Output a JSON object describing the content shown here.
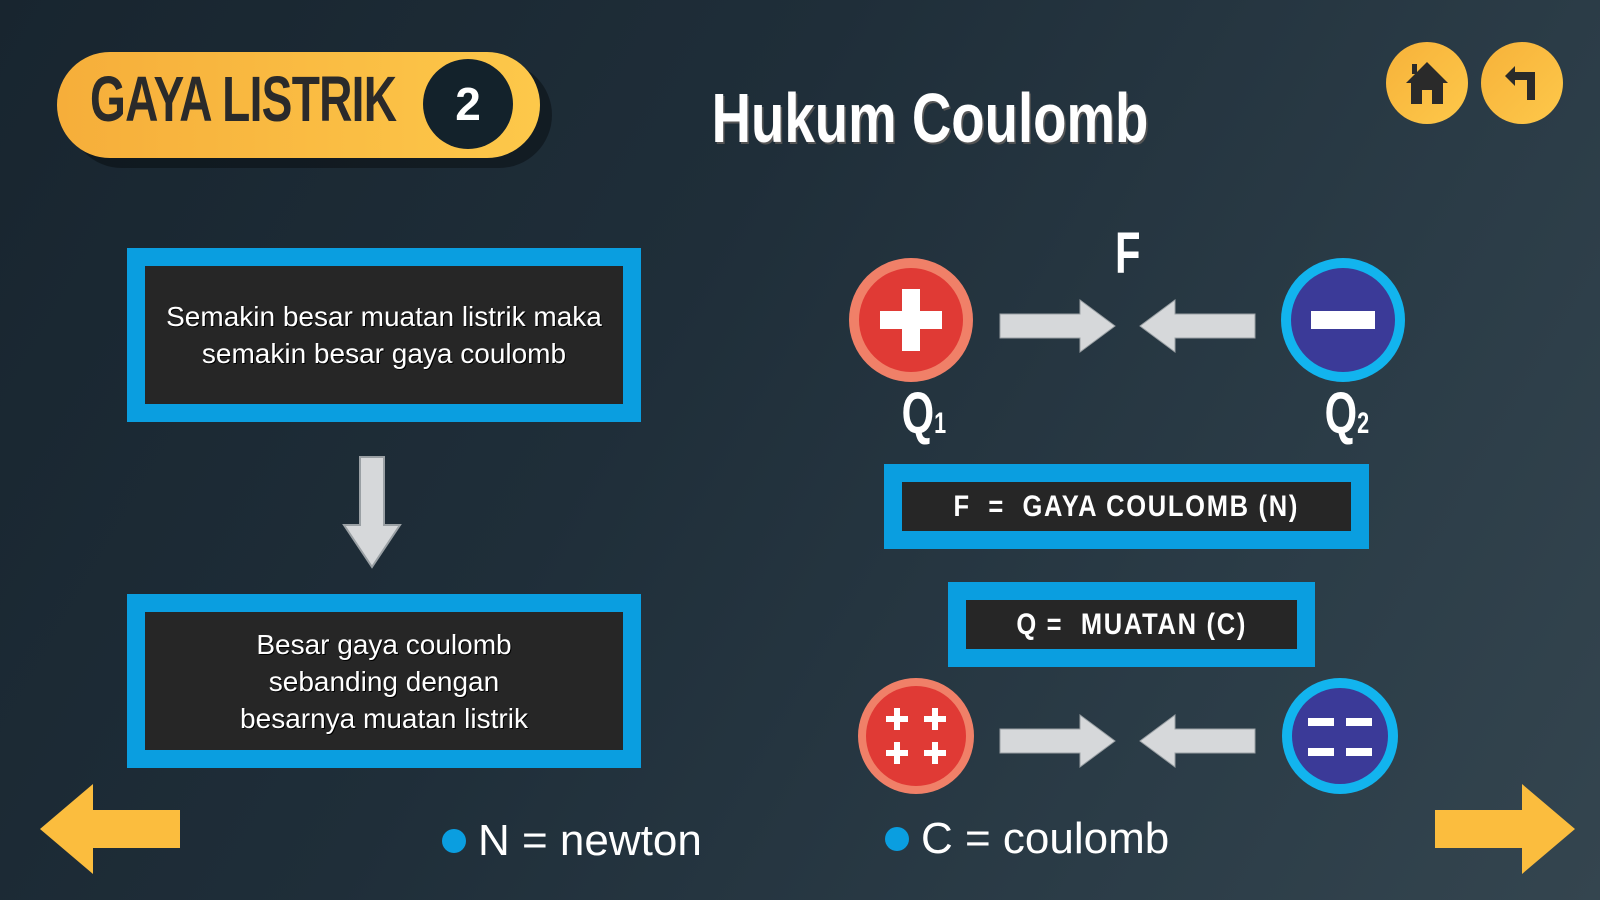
{
  "header": {
    "badge_label": "GAYA LISTRIK",
    "badge_number": "2",
    "title": "Hukum Coulomb"
  },
  "nav": {
    "home_icon": "home-icon",
    "back_icon": "back-icon",
    "prev_icon": "arrow-left-icon",
    "next_icon": "arrow-right-icon"
  },
  "left_panel": {
    "box1": "Semakin besar muatan listrik maka semakin besar gaya coulomb",
    "box2": "Besar gaya coulomb sebanding dengan besarnya muatan listrik"
  },
  "diagram": {
    "force_label": "F",
    "q1_label": "Q",
    "q1_sub": "1",
    "q2_label": "Q",
    "q2_sub": "2",
    "def_f": "F  =  GAYA COULOMB (N)",
    "def_q": "Q =  MUATAN (C)"
  },
  "legend": {
    "newton": "N = newton",
    "coulomb": "C = coulomb"
  },
  "colors": {
    "accent": "#fdc84a",
    "frame": "#0a9ee0",
    "positive": "#e03a35",
    "negative": "#3b3a98"
  }
}
